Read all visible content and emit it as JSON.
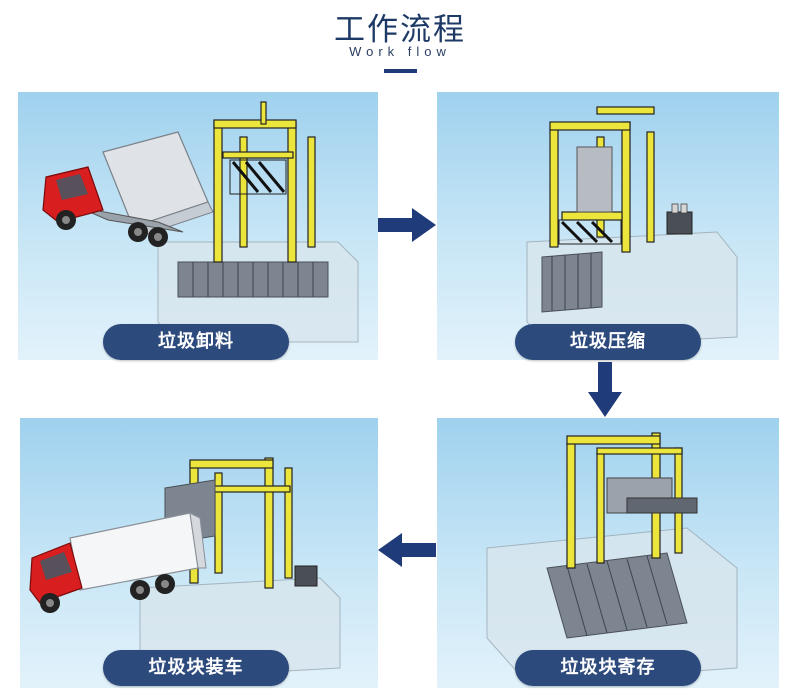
{
  "header": {
    "title": "工作流程",
    "subtitle": "Work flow"
  },
  "steps": [
    {
      "label": "垃圾卸料"
    },
    {
      "label": "垃圾压缩"
    },
    {
      "label": "垃圾块寄存"
    },
    {
      "label": "垃圾块装车"
    }
  ],
  "colors": {
    "title": "#1d3a66",
    "label_bg": "#2d4a7d",
    "arrow": "#1f3b7a",
    "frame_yellow": "#e8e83a",
    "truck_red": "#d81e1e"
  },
  "icons": [
    "arrow-right-icon",
    "arrow-down-icon",
    "arrow-left-icon"
  ]
}
